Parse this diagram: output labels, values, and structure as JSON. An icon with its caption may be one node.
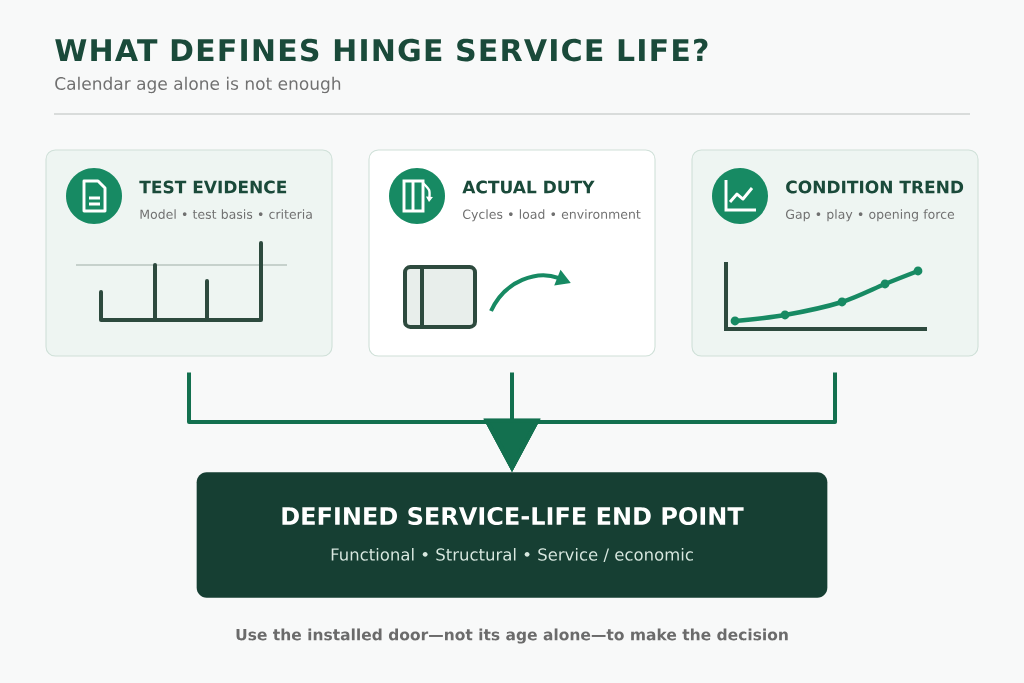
{
  "diagram": {
    "title": "WHAT DEFINES HINGE SERVICE LIFE?",
    "caption": "Use the installed door—not its age alone—to make the decision",
    "nodes": [
      {
        "text": [
          "TEST EVIDENCE",
          "Model • test basis • criteria"
        ]
      },
      {
        "text": [
          "ACTUAL DUTY",
          "Cycles • load • environment"
        ]
      },
      {
        "text": [
          "CONDITION TREND",
          "Gap • play • opening force"
        ]
      },
      {
        "text": [
          "DEFINED SERVICE-LIFE END POINT",
          "Functional • Structural • Service / economic"
        ]
      }
    ],
    "edges": [
      {
        "from": 0,
        "to": 3,
        "arrow": "to"
      },
      {
        "from": 1,
        "to": 3,
        "arrow": "to"
      },
      {
        "from": 2,
        "to": 3,
        "arrow": "to"
      }
    ],
    "labels": [
      "Calendar age alone is not enough"
    ]
  }
}
